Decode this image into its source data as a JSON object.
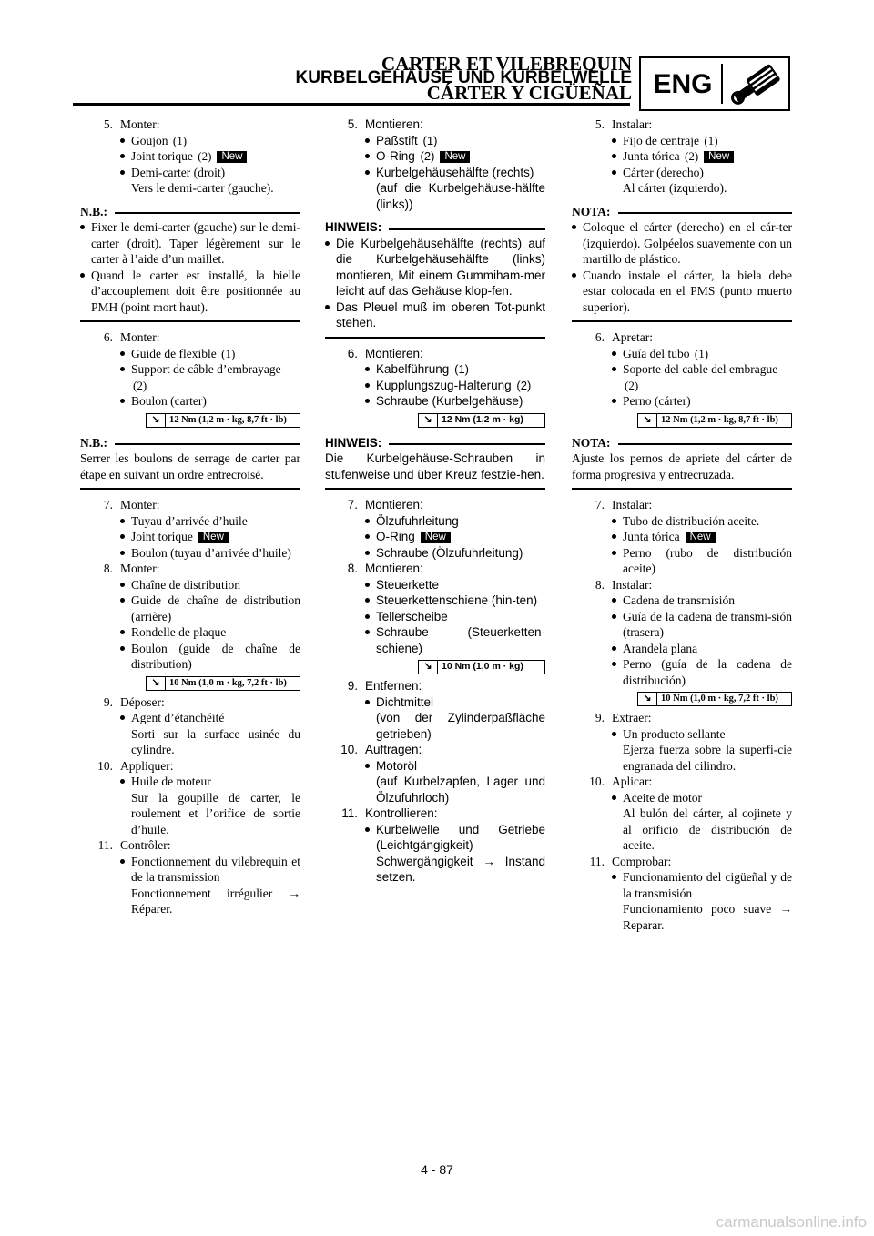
{
  "header": {
    "title_fr": "CARTER ET VILEBREQUIN",
    "title_de": "KURBELGEHÄUSE UND KURBELWELLE",
    "title_es": "CÁRTER Y CIGÜEÑAL",
    "eng_label": "ENG"
  },
  "badge_new": "New",
  "torque_icon": "↘",
  "fr": {
    "s5_num": "5.",
    "s5_title": "Monter:",
    "s5_b1": "Goujon",
    "s5_b1_ref": "1",
    "s5_b2": "Joint torique",
    "s5_b2_ref": "2",
    "s5_b3": "Demi-carter (droit)",
    "s5_b3_sub": "Vers le demi-carter (gauche).",
    "nb1_label": "N.B.:",
    "nb1_b1": "Fixer le demi-carter (gauche) sur le demi-carter (droit). Taper légèrement sur le carter à l’aide d’un maillet.",
    "nb1_b2": "Quand le carter est installé, la bielle d’accouplement doit être positionnée au PMH (point mort haut).",
    "s6_num": "6.",
    "s6_title": "Monter:",
    "s6_b1": "Guide de flexible",
    "s6_b1_ref": "1",
    "s6_b2": "Support de câble d’embrayage",
    "s6_b2_ref": "2",
    "s6_b3": "Boulon (carter)",
    "s6_torque": "12 Nm (1,2 m · kg, 8,7 ft · lb)",
    "nb2_label": "N.B.:",
    "nb2_text": "Serrer les boulons de serrage de carter par étape en suivant un ordre entrecroisé.",
    "s7_num": "7.",
    "s7_title": "Monter:",
    "s7_b1": "Tuyau d’arrivée d’huile",
    "s7_b2": "Joint torique",
    "s7_b3": "Boulon (tuyau d’arrivée d’huile)",
    "s8_num": "8.",
    "s8_title": "Monter:",
    "s8_b1": "Chaîne de distribution",
    "s8_b2": "Guide de chaîne de distribution (arrière)",
    "s8_b3": "Rondelle de plaque",
    "s8_b4": "Boulon (guide de chaîne de distribution)",
    "s8_torque": "10 Nm (1,0 m · kg, 7,2 ft · lb)",
    "s9_num": "9.",
    "s9_title": "Déposer:",
    "s9_b1": "Agent d’étanchéité",
    "s9_b1_sub": "Sorti sur la surface usinée du cylindre.",
    "s10_num": "10.",
    "s10_title": "Appliquer:",
    "s10_b1": "Huile de moteur",
    "s10_b1_sub": "Sur la goupille de carter, le roulement et l’orifice de sortie d’huile.",
    "s11_num": "11.",
    "s11_title": "Contrôler:",
    "s11_b1": "Fonctionnement du vilebrequin et de la transmission",
    "s11_b1_sub": "Fonctionnement irrégulier → Réparer."
  },
  "de": {
    "s5_num": "5.",
    "s5_title": "Montieren:",
    "s5_b1": "Paßstift",
    "s5_b1_ref": "1",
    "s5_b2": "O-Ring",
    "s5_b2_ref": "2",
    "s5_b3": "Kurbelgehäusehälfte (rechts)",
    "s5_b3_sub": "(auf die Kurbelgehäuse-hälfte (links))",
    "nb1_label": "HINWEIS:",
    "nb1_b1": "Die Kurbelgehäusehälfte (rechts) auf die Kurbelgehäusehälfte (links) montieren, Mit einem Gummiham-mer leicht auf das Gehäuse klop-fen.",
    "nb1_b2": "Das Pleuel muß im oberen Tot-punkt stehen.",
    "s6_num": "6.",
    "s6_title": "Montieren:",
    "s6_b1": "Kabelführung",
    "s6_b1_ref": "1",
    "s6_b2": "Kupplungszug-Halterung",
    "s6_b2_ref": "2",
    "s6_b3": "Schraube (Kurbelgehäuse)",
    "s6_torque": "12 Nm (1,2 m · kg)",
    "nb2_label": "HINWEIS:",
    "nb2_text": "Die Kurbelgehäuse-Schrauben in stufenweise und über Kreuz festzie-hen.",
    "s7_num": "7.",
    "s7_title": "Montieren:",
    "s7_b1": "Ölzufuhrleitung",
    "s7_b2": "O-Ring",
    "s7_b3": "Schraube (Ölzufuhrleitung)",
    "s8_num": "8.",
    "s8_title": "Montieren:",
    "s8_b1": "Steuerkette",
    "s8_b2": "Steuerkettenschiene (hin-ten)",
    "s8_b3": "Tellerscheibe",
    "s8_b4": "Schraube (Steuerketten-schiene)",
    "s8_torque": "10 Nm (1,0 m · kg)",
    "s9_num": "9.",
    "s9_title": "Entfernen:",
    "s9_b1": "Dichtmittel",
    "s9_b1_sub": "(von der Zylinderpaßfläche getrieben)",
    "s10_num": "10.",
    "s10_title": "Auftragen:",
    "s10_b1": "Motoröl",
    "s10_b1_sub": "(auf Kurbelzapfen, Lager und Ölzufuhrloch)",
    "s11_num": "11.",
    "s11_title": "Kontrollieren:",
    "s11_b1": "Kurbelwelle und Getriebe (Leichtgängigkeit)",
    "s11_b1_sub": "Schwergängigkeit → Instand setzen."
  },
  "es": {
    "s5_num": "5.",
    "s5_title": "Instalar:",
    "s5_b1": "Fijo de centraje",
    "s5_b1_ref": "1",
    "s5_b2": "Junta tórica",
    "s5_b2_ref": "2",
    "s5_b3": "Cárter (derecho)",
    "s5_b3_sub": "Al cárter (izquierdo).",
    "nb1_label": "NOTA:",
    "nb1_b1": "Coloque el cárter (derecho) en el cár-ter (izquierdo). Golpéelos suavemente con un martillo de plástico.",
    "nb1_b2": "Cuando instale el cárter, la biela debe estar colocada en el PMS (punto muerto superior).",
    "s6_num": "6.",
    "s6_title": "Apretar:",
    "s6_b1": "Guía del tubo",
    "s6_b1_ref": "1",
    "s6_b2": "Soporte del cable del embrague",
    "s6_b2_ref": "2",
    "s6_b3": "Perno (cárter)",
    "s6_torque": "12 Nm (1,2 m · kg, 8,7 ft · lb)",
    "nb2_label": "NOTA:",
    "nb2_text": "Ajuste los pernos de apriete del cárter de forma progresiva y entrecruzada.",
    "s7_num": "7.",
    "s7_title": "Instalar:",
    "s7_b1": "Tubo de distribución aceite.",
    "s7_b2": "Junta tórica",
    "s7_b3": "Perno (rubo de distribución aceite)",
    "s8_num": "8.",
    "s8_title": "Instalar:",
    "s8_b1": "Cadena de transmisión",
    "s8_b2": "Guía de la cadena de transmi-sión (trasera)",
    "s8_b3": "Arandela plana",
    "s8_b4": "Perno (guía de la cadena de distribución)",
    "s8_torque": "10 Nm (1,0 m · kg, 7,2 ft · lb)",
    "s9_num": "9.",
    "s9_title": "Extraer:",
    "s9_b1": "Un producto sellante",
    "s9_b1_sub": "Ejerza fuerza sobre la superfi-cie engranada del cilindro.",
    "s10_num": "10.",
    "s10_title": "Aplicar:",
    "s10_b1": "Aceite de motor",
    "s10_b1_sub": "Al bulón del cárter, al cojinete y al orificio de distribución de aceite.",
    "s11_num": "11.",
    "s11_title": "Comprobar:",
    "s11_b1": "Funcionamiento del cigüeñal y de la transmisión",
    "s11_b1_sub": "Funcionamiento poco suave → Reparar."
  },
  "footer": {
    "page_number": "4 - 87",
    "watermark": "carmanualsonline.info"
  }
}
